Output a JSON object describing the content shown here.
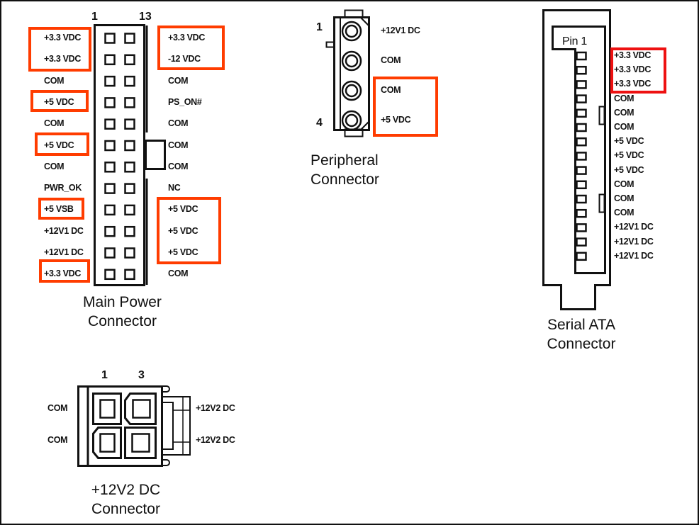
{
  "diagram": {
    "highlight_color": "#ff3c00",
    "sata_highlight_color": "#ee1111",
    "main_power": {
      "title_line1": "Main Power",
      "title_line2": "Connector",
      "pin_first": "1",
      "pin_last": "13",
      "left_labels": [
        "+3.3 VDC",
        "+3.3 VDC",
        "COM",
        "+5 VDC",
        "COM",
        "+5 VDC",
        "COM",
        "PWR_OK",
        "+5 VSB",
        "+12V1 DC",
        "+12V1 DC",
        "+3.3 VDC"
      ],
      "right_labels": [
        "+3.3 VDC",
        "-12 VDC",
        "COM",
        "PS_ON#",
        "COM",
        "COM",
        "COM",
        "NC",
        "+5 VDC",
        "+5 VDC",
        "+5 VDC",
        "COM"
      ]
    },
    "peripheral": {
      "title_line1": "Peripheral",
      "title_line2": "Connector",
      "pin_first": "1",
      "pin_last": "4",
      "labels": [
        "+12V1 DC",
        "COM",
        "COM",
        "+5 VDC"
      ]
    },
    "sata": {
      "title_line1": "Serial ATA",
      "title_line2": "Connector",
      "pin1_label": "Pin 1",
      "labels": [
        "+3.3 VDC",
        "+3.3 VDC",
        "+3.3 VDC",
        "COM",
        "COM",
        "COM",
        "+5 VDC",
        "+5 VDC",
        "+5 VDC",
        "COM",
        "COM",
        "COM",
        "+12V1 DC",
        "+12V1 DC",
        "+12V1 DC"
      ]
    },
    "aux12v": {
      "title_line1": "+12V2 DC",
      "title_line2": "Connector",
      "pin_first": "1",
      "pin_last": "3",
      "left_labels": [
        "COM",
        "COM"
      ],
      "right_labels": [
        "+12V2 DC",
        "+12V2 DC"
      ]
    }
  }
}
